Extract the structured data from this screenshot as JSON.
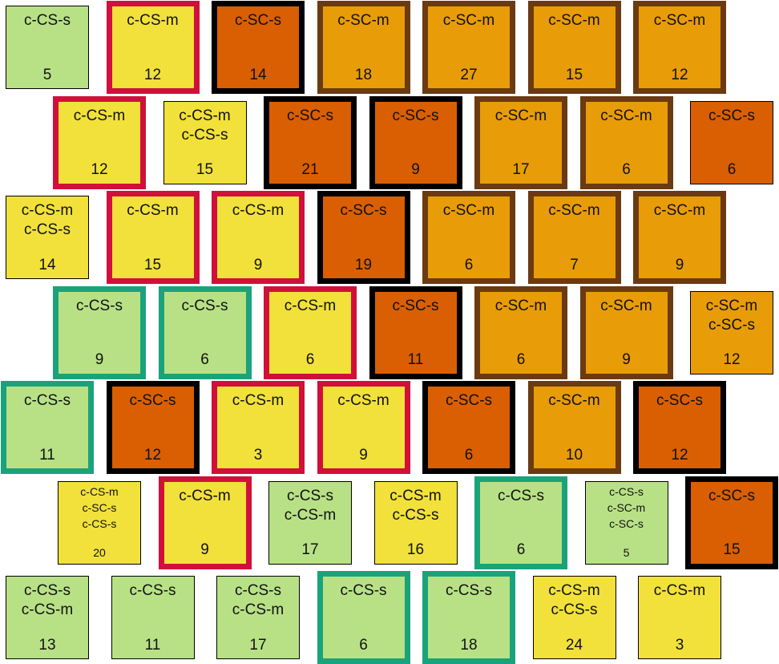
{
  "colors": {
    "fill": {
      "green": "#b8e186",
      "yellow": "#f1e13a",
      "orange": "#e89c08",
      "red_orange": "#d95f02"
    },
    "border": {
      "thin": "#000000",
      "red": "#d0103a",
      "black": "#000000",
      "brown": "#6b3a10",
      "teal": "#1aa37a"
    }
  },
  "rows": [
    {
      "tiles": [
        {
          "labels": [
            "c-CS-s"
          ],
          "count": "5",
          "fill": "green",
          "border": "thin"
        },
        {
          "labels": [
            "c-CS-m"
          ],
          "count": "12",
          "fill": "yellow",
          "border": "red"
        },
        {
          "labels": [
            "c-SC-s"
          ],
          "count": "14",
          "fill": "red_orange",
          "border": "black"
        },
        {
          "labels": [
            "c-SC-m"
          ],
          "count": "18",
          "fill": "orange",
          "border": "brown"
        },
        {
          "labels": [
            "c-SC-m"
          ],
          "count": "27",
          "fill": "orange",
          "border": "brown"
        },
        {
          "labels": [
            "c-SC-m"
          ],
          "count": "15",
          "fill": "orange",
          "border": "brown"
        },
        {
          "labels": [
            "c-SC-m"
          ],
          "count": "12",
          "fill": "orange",
          "border": "brown"
        }
      ]
    },
    {
      "tiles": [
        {
          "labels": [
            "c-CS-m"
          ],
          "count": "12",
          "fill": "yellow",
          "border": "red"
        },
        {
          "labels": [
            "c-CS-m",
            "c-CS-s"
          ],
          "count": "15",
          "fill": "yellow",
          "border": "thin"
        },
        {
          "labels": [
            "c-SC-s"
          ],
          "count": "21",
          "fill": "red_orange",
          "border": "black"
        },
        {
          "labels": [
            "c-SC-s"
          ],
          "count": "9",
          "fill": "red_orange",
          "border": "black"
        },
        {
          "labels": [
            "c-SC-m"
          ],
          "count": "17",
          "fill": "orange",
          "border": "brown"
        },
        {
          "labels": [
            "c-SC-m"
          ],
          "count": "6",
          "fill": "orange",
          "border": "brown"
        },
        {
          "labels": [
            "c-SC-s"
          ],
          "count": "6",
          "fill": "red_orange",
          "border": "thin"
        }
      ]
    },
    {
      "tiles": [
        {
          "labels": [
            "c-CS-m",
            "c-CS-s"
          ],
          "count": "14",
          "fill": "yellow",
          "border": "thin"
        },
        {
          "labels": [
            "c-CS-m"
          ],
          "count": "15",
          "fill": "yellow",
          "border": "red"
        },
        {
          "labels": [
            "c-CS-m"
          ],
          "count": "9",
          "fill": "yellow",
          "border": "red"
        },
        {
          "labels": [
            "c-SC-s"
          ],
          "count": "19",
          "fill": "red_orange",
          "border": "black"
        },
        {
          "labels": [
            "c-SC-m"
          ],
          "count": "6",
          "fill": "orange",
          "border": "brown"
        },
        {
          "labels": [
            "c-SC-m"
          ],
          "count": "7",
          "fill": "orange",
          "border": "brown"
        },
        {
          "labels": [
            "c-SC-m"
          ],
          "count": "9",
          "fill": "orange",
          "border": "brown"
        }
      ]
    },
    {
      "tiles": [
        {
          "labels": [
            "c-CS-s"
          ],
          "count": "9",
          "fill": "green",
          "border": "teal"
        },
        {
          "labels": [
            "c-CS-s"
          ],
          "count": "6",
          "fill": "green",
          "border": "teal"
        },
        {
          "labels": [
            "c-CS-m"
          ],
          "count": "6",
          "fill": "yellow",
          "border": "red"
        },
        {
          "labels": [
            "c-SC-s"
          ],
          "count": "11",
          "fill": "red_orange",
          "border": "black"
        },
        {
          "labels": [
            "c-SC-m"
          ],
          "count": "6",
          "fill": "orange",
          "border": "brown"
        },
        {
          "labels": [
            "c-SC-m"
          ],
          "count": "9",
          "fill": "orange",
          "border": "brown"
        },
        {
          "labels": [
            "c-SC-m",
            "c-SC-s"
          ],
          "count": "12",
          "fill": "orange",
          "border": "thin"
        }
      ]
    },
    {
      "tiles": [
        {
          "labels": [
            "c-CS-s"
          ],
          "count": "11",
          "fill": "green",
          "border": "teal"
        },
        {
          "labels": [
            "c-SC-s"
          ],
          "count": "12",
          "fill": "red_orange",
          "border": "black"
        },
        {
          "labels": [
            "c-CS-m"
          ],
          "count": "3",
          "fill": "yellow",
          "border": "red"
        },
        {
          "labels": [
            "c-CS-m"
          ],
          "count": "9",
          "fill": "yellow",
          "border": "red"
        },
        {
          "labels": [
            "c-SC-s"
          ],
          "count": "6",
          "fill": "red_orange",
          "border": "black"
        },
        {
          "labels": [
            "c-SC-m"
          ],
          "count": "10",
          "fill": "orange",
          "border": "brown"
        },
        {
          "labels": [
            "c-SC-s"
          ],
          "count": "12",
          "fill": "red_orange",
          "border": "black"
        }
      ]
    },
    {
      "tiles": [
        {
          "labels": [
            "c-CS-m",
            "c-SC-s",
            "c-CS-s"
          ],
          "count": "20",
          "fill": "yellow",
          "border": "thin"
        },
        {
          "labels": [
            "c-CS-m"
          ],
          "count": "9",
          "fill": "yellow",
          "border": "red"
        },
        {
          "labels": [
            "c-CS-s",
            "c-CS-m"
          ],
          "count": "17",
          "fill": "green",
          "border": "thin"
        },
        {
          "labels": [
            "c-CS-m",
            "c-CS-s"
          ],
          "count": "16",
          "fill": "yellow",
          "border": "thin"
        },
        {
          "labels": [
            "c-CS-s"
          ],
          "count": "6",
          "fill": "green",
          "border": "teal"
        },
        {
          "labels": [
            "c-CS-s",
            "c-SC-m",
            "c-SC-s"
          ],
          "count": "5",
          "fill": "green",
          "border": "thin"
        },
        {
          "labels": [
            "c-SC-s"
          ],
          "count": "15",
          "fill": "red_orange",
          "border": "black"
        }
      ]
    },
    {
      "tiles": [
        {
          "labels": [
            "c-CS-s",
            "c-CS-m"
          ],
          "count": "13",
          "fill": "green",
          "border": "thin"
        },
        {
          "labels": [
            "c-CS-s"
          ],
          "count": "11",
          "fill": "green",
          "border": "thin"
        },
        {
          "labels": [
            "c-CS-s",
            "c-CS-m"
          ],
          "count": "17",
          "fill": "green",
          "border": "thin"
        },
        {
          "labels": [
            "c-CS-s"
          ],
          "count": "6",
          "fill": "green",
          "border": "teal"
        },
        {
          "labels": [
            "c-CS-s"
          ],
          "count": "18",
          "fill": "green",
          "border": "teal"
        },
        {
          "labels": [
            "c-CS-m",
            "c-CS-s"
          ],
          "count": "24",
          "fill": "yellow",
          "border": "thin"
        },
        {
          "labels": [
            "c-CS-m"
          ],
          "count": "3",
          "fill": "yellow",
          "border": "thin"
        }
      ]
    }
  ]
}
